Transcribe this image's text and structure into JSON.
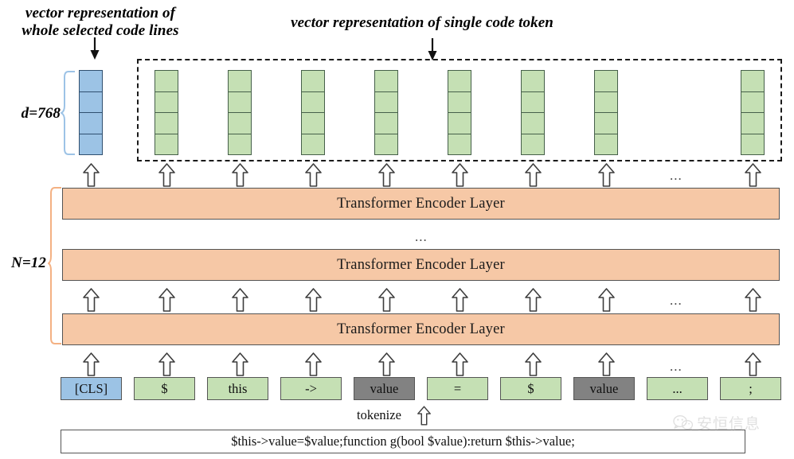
{
  "annotations": {
    "whole_lines_label": "vector representation of\nwhole selected code lines",
    "single_token_label": "vector representation of single code token",
    "dim_label": "d=768",
    "layers_label": "N=12",
    "tokenize_label": "tokenize",
    "ellipsis": "..."
  },
  "vectors": {
    "cls_vector": {
      "color": "#9cc3e5",
      "cells": 4,
      "kind": "cls"
    },
    "token_vectors": [
      {
        "color": "#c5e0b4",
        "cells": 4
      },
      {
        "color": "#c5e0b4",
        "cells": 4
      },
      {
        "color": "#c5e0b4",
        "cells": 4
      },
      {
        "color": "#c5e0b4",
        "cells": 4
      },
      {
        "color": "#c5e0b4",
        "cells": 4
      },
      {
        "color": "#c5e0b4",
        "cells": 4
      },
      {
        "color": "#c5e0b4",
        "cells": 4
      },
      {
        "color": "#c5e0b4",
        "cells": 4
      }
    ]
  },
  "encoder_stack": {
    "layer_label": "Transformer Encoder Layer",
    "layers": [
      {
        "label": "Transformer Encoder Layer"
      },
      {
        "label": "Transformer Encoder Layer"
      },
      {
        "label": "Transformer Encoder Layer"
      }
    ],
    "between_layers_ellipsis": "...",
    "color": "#f6c8a6"
  },
  "tokens": [
    {
      "text": "[CLS]",
      "style": "blue"
    },
    {
      "text": "$",
      "style": "green"
    },
    {
      "text": "this",
      "style": "green"
    },
    {
      "text": "->",
      "style": "green"
    },
    {
      "text": "value",
      "style": "gray"
    },
    {
      "text": "=",
      "style": "green"
    },
    {
      "text": "$",
      "style": "green"
    },
    {
      "text": "value",
      "style": "gray"
    },
    {
      "text": "...",
      "style": "green"
    },
    {
      "text": ";",
      "style": "green"
    }
  ],
  "code_line": {
    "text": "$this->value=$value;function g(bool $value):return $this->value;"
  },
  "watermark": {
    "text": "安恒信息",
    "icon": "wechat-icon"
  },
  "colors": {
    "cls_blue": "#9cc3e5",
    "token_green": "#c5e0b4",
    "highlight_gray": "#828282",
    "encoder_orange": "#f6c8a6",
    "brace_blue": "#9dc3e6",
    "brace_orange": "#f4b183",
    "outline": "#555555"
  }
}
